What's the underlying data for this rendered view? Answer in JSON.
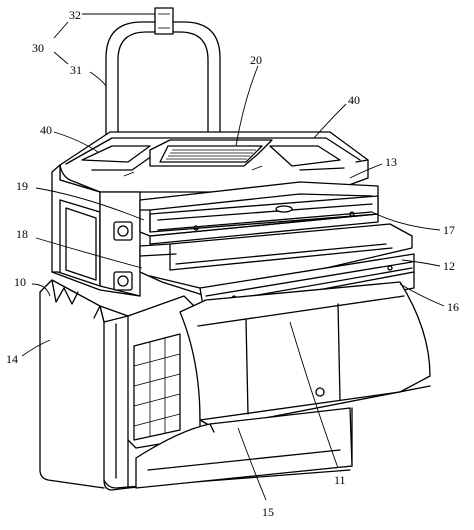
{
  "callouts": [
    {
      "id": "c32",
      "text": "32"
    },
    {
      "id": "c30",
      "text": "30"
    },
    {
      "id": "c31",
      "text": "31"
    },
    {
      "id": "c20",
      "text": "20"
    },
    {
      "id": "c40a",
      "text": "40"
    },
    {
      "id": "c40b",
      "text": "40"
    },
    {
      "id": "c13",
      "text": "13"
    },
    {
      "id": "c19",
      "text": "19"
    },
    {
      "id": "c17",
      "text": "17"
    },
    {
      "id": "c18",
      "text": "18"
    },
    {
      "id": "c12",
      "text": "12"
    },
    {
      "id": "c10",
      "text": "10"
    },
    {
      "id": "c16",
      "text": "16"
    },
    {
      "id": "c14",
      "text": "14"
    },
    {
      "id": "c11",
      "text": "11"
    },
    {
      "id": "c15",
      "text": "15"
    }
  ]
}
